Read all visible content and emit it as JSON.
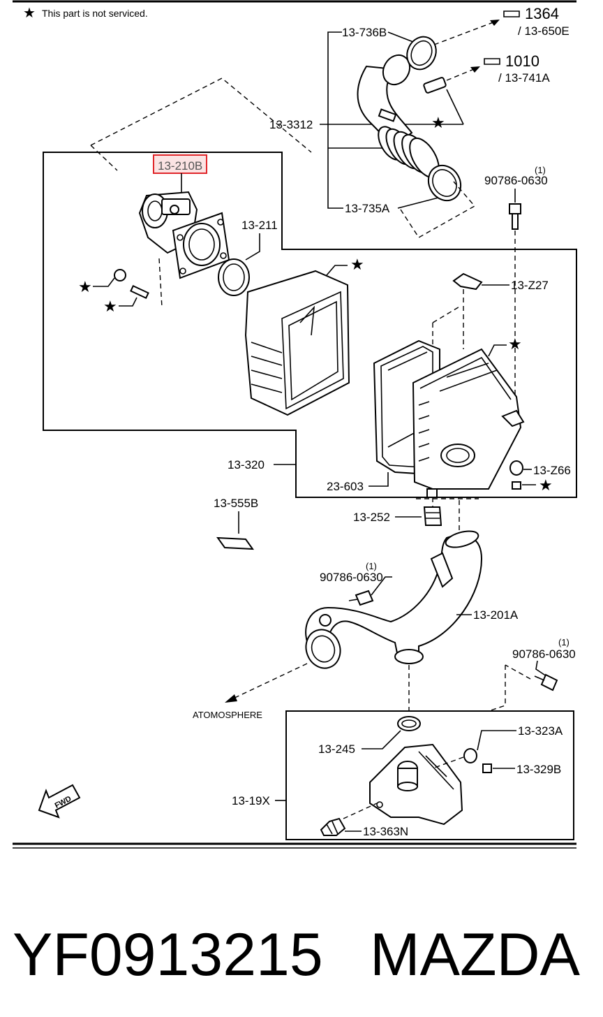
{
  "note": {
    "text": "This part is not serviced."
  },
  "labels": {
    "l_13_736B": "13-736B",
    "l_1364": "1364",
    "l_13_650E": "/ 13-650E",
    "l_1010": "1010",
    "l_13_741A": "/ 13-741A",
    "l_13_3312": "13-3312",
    "l_13_210B": "13-210B",
    "l_13_735A": "13-735A",
    "l_90786_top_qty": "(1)",
    "l_90786_top": "90786-0630",
    "l_13_211": "13-211",
    "l_13_Z27": "13-Z27",
    "l_13_320": "13-320",
    "l_23_603": "23-603",
    "l_13_Z66": "13-Z66",
    "l_13_555B": "13-555B",
    "l_13_252": "13-252",
    "l_90786_mid_qty": "(1)",
    "l_90786_mid": "90786-0630",
    "l_13_201A": "13-201A",
    "l_90786_bot_qty": "(1)",
    "l_90786_bot": "90786-0630",
    "l_atmosphere": "ATOMOSPHERE",
    "l_13_245": "13-245",
    "l_13_323A": "13-323A",
    "l_13_329B": "13-329B",
    "l_13_19X": "13-19X",
    "l_13_363N": "13-363N",
    "l_fwd": "FWD"
  },
  "caption": {
    "part_number": "YF0913215",
    "brand": "MAZDA"
  },
  "colors": {
    "highlight": "#e0262a",
    "highlight_fill": "#fbe3e3",
    "ink": "#000000"
  }
}
